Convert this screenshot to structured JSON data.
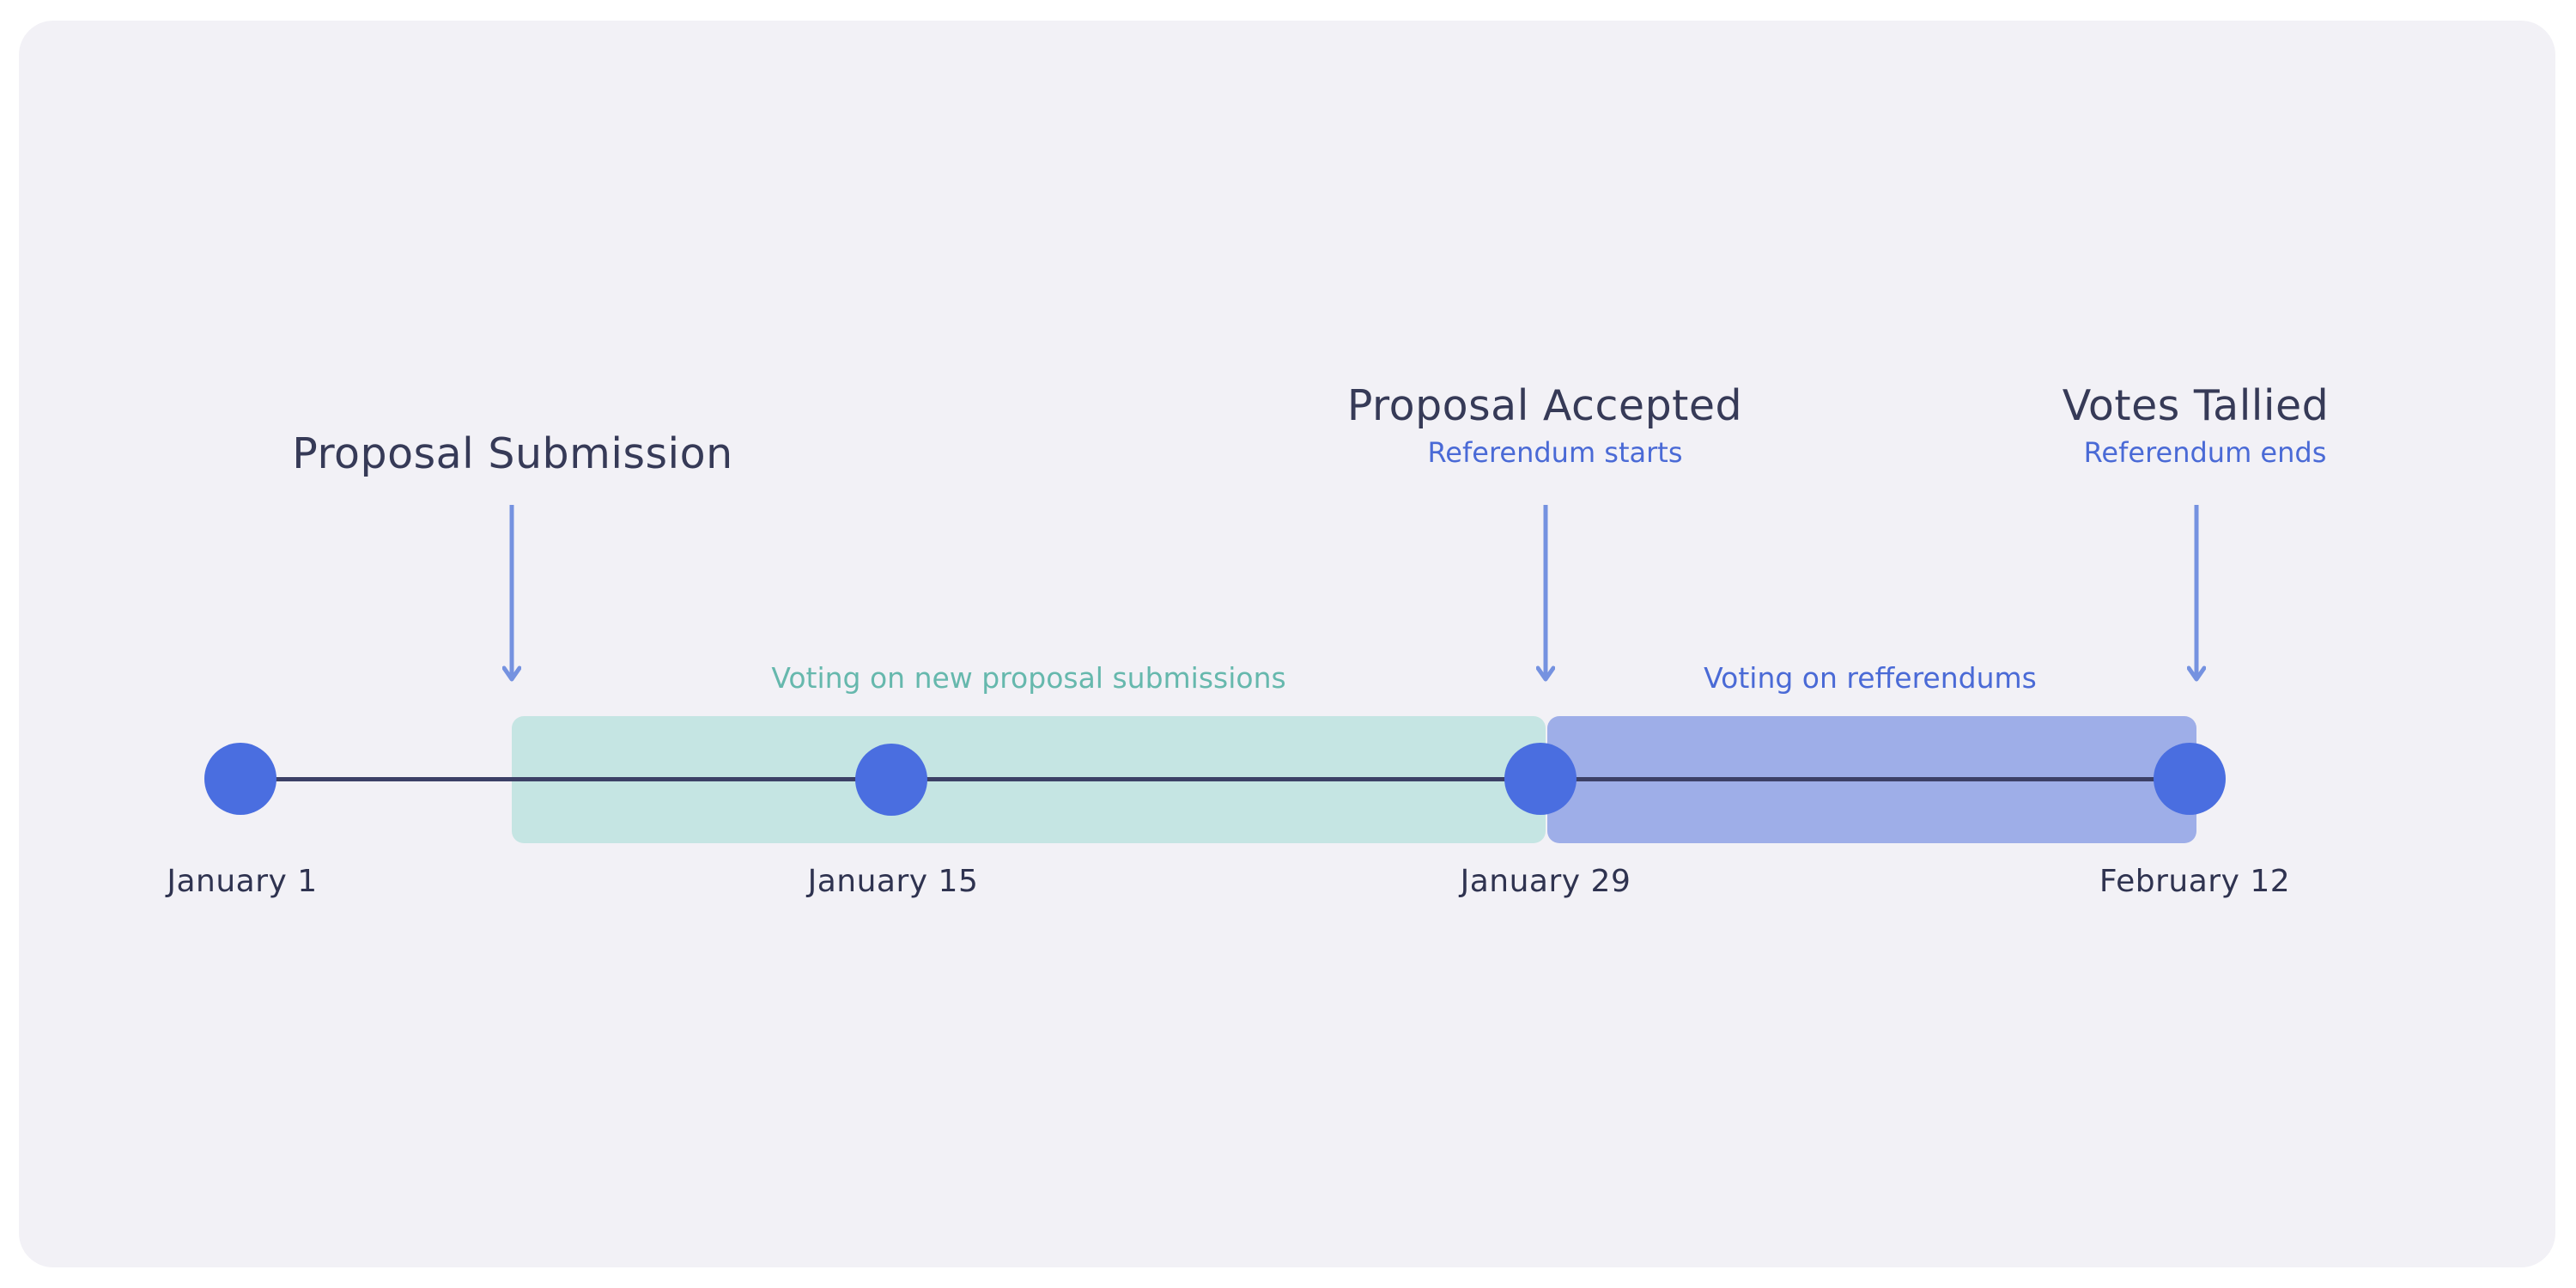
{
  "milestones": [
    {
      "date": "January 1"
    },
    {
      "date": "January 15"
    },
    {
      "date": "January 29"
    },
    {
      "date": "February 12"
    }
  ],
  "events": [
    {
      "title": "Proposal Submission",
      "subtitle": ""
    },
    {
      "title": "Proposal Accepted",
      "subtitle": "Referendum starts"
    },
    {
      "title": "Votes Tallied",
      "subtitle": "Referendum ends"
    }
  ],
  "phases": [
    {
      "label": "Voting on new proposal submissions",
      "color": "#c5e5e3",
      "label_color": "#66b8ad"
    },
    {
      "label": "Voting on refferendums",
      "color": "#9eaee8",
      "label_color": "#4a6ad6"
    }
  ],
  "colors": {
    "card_background": "#f2f1f6",
    "timeline_line": "#3c4066",
    "milestone_dot": "#4a6ee0",
    "arrow": "#7592e0"
  }
}
